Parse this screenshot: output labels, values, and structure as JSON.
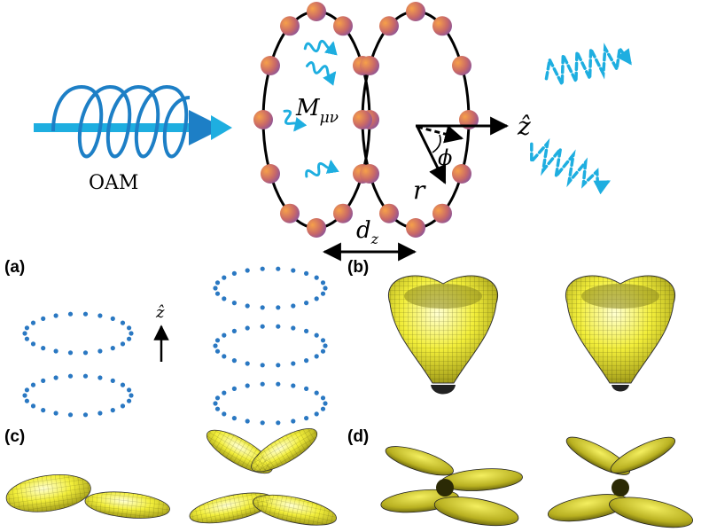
{
  "schematic": {
    "oam_label": "OAM",
    "coupling_label": "M",
    "coupling_subscript": "μν",
    "axis_label": "ẑ",
    "radius_label": "r",
    "angle_label": "ϕ",
    "spacing_label": "d",
    "spacing_subscript": "z",
    "atoms_per_ring": 12,
    "ring_count": 2
  },
  "panels": {
    "a": {
      "label": "(a)",
      "axis_label": "ẑ",
      "configurations": [
        {
          "rings": 2,
          "atoms_per_ring": 22
        },
        {
          "rings": 3,
          "atoms_per_ring": 22
        }
      ]
    },
    "b": {
      "label": "(b)",
      "shape": "radiation-pattern-heart"
    },
    "c": {
      "label": "(c)",
      "shape": "radiation-pattern-lobes"
    },
    "d": {
      "label": "(d)",
      "shape": "radiation-pattern-lobes-dark"
    }
  },
  "colors": {
    "oam_blue": "#1d7fc6",
    "photon_cyan": "#1eaee0",
    "atom_orange": "#f08a3a",
    "atom_purple": "#7b4fa8",
    "dot_blue": "#2a78c2",
    "surface_yellow": "#f2ee3a",
    "mesh_dark": "#333300"
  }
}
